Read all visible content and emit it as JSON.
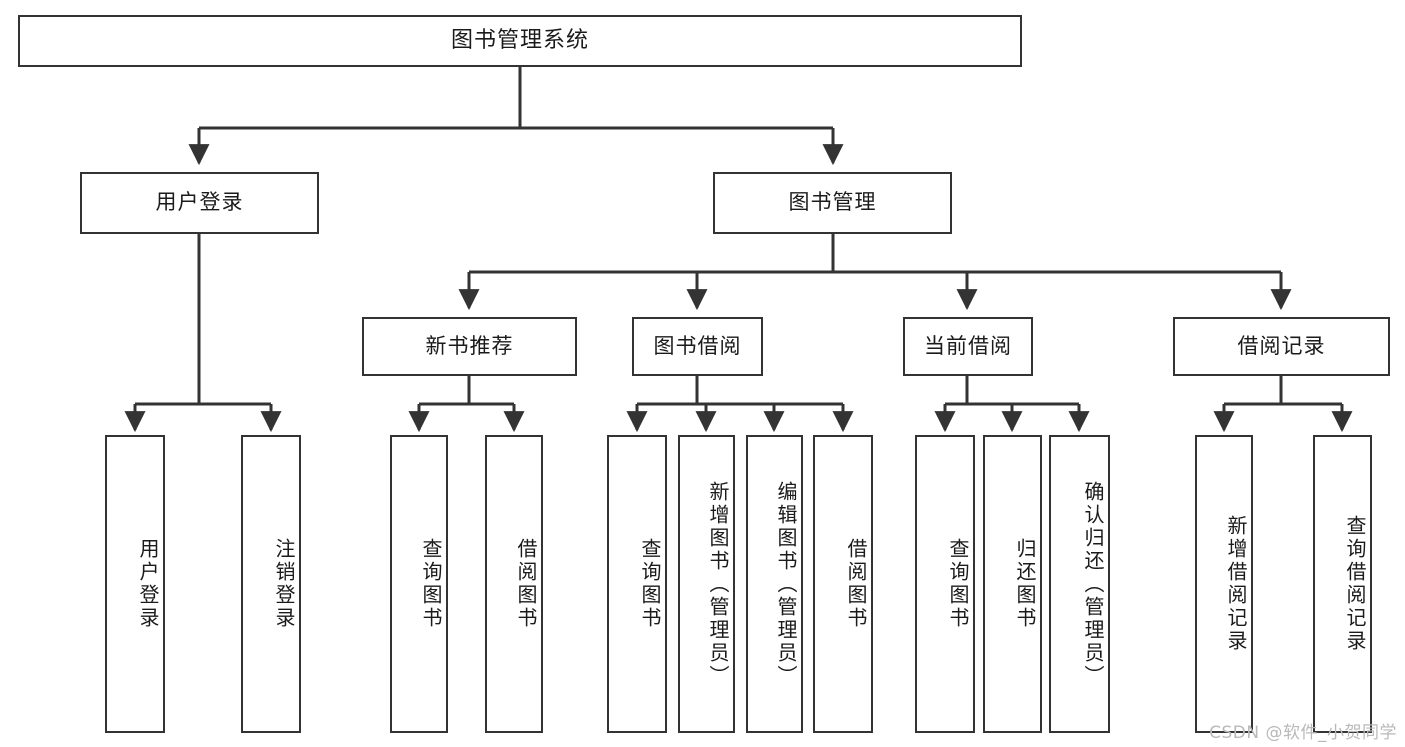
{
  "diagram": {
    "title": "图书管理系统",
    "type": "tree-hierarchy",
    "watermark": "CSDN @软件_小贺同学",
    "colors": {
      "stroke": "#333333",
      "fill": "#ffffff",
      "text": "#1b1b1b",
      "watermark": "#b9b9b9"
    },
    "levels": {
      "root": {
        "label": "图书管理系统"
      },
      "level2": [
        {
          "id": "user-login",
          "label": "用户登录"
        },
        {
          "id": "book-management",
          "label": "图书管理"
        }
      ],
      "level3": [
        {
          "id": "new-book-recommend",
          "label": "新书推荐",
          "parent": "book-management"
        },
        {
          "id": "book-borrow",
          "label": "图书借阅",
          "parent": "book-management"
        },
        {
          "id": "current-borrow",
          "label": "当前借阅",
          "parent": "book-management"
        },
        {
          "id": "borrow-record",
          "label": "借阅记录",
          "parent": "book-management"
        }
      ],
      "leaves": [
        {
          "id": "leaf-user-login",
          "label": "用户登录",
          "parent": "user-login"
        },
        {
          "id": "leaf-user-logout",
          "label": "注销登录",
          "parent": "user-login"
        },
        {
          "id": "leaf-query-book-1",
          "label": "查询图书",
          "parent": "new-book-recommend"
        },
        {
          "id": "leaf-borrow-book-1",
          "label": "借阅图书",
          "parent": "new-book-recommend"
        },
        {
          "id": "leaf-query-book-2",
          "label": "查询图书",
          "parent": "book-borrow"
        },
        {
          "id": "leaf-add-book",
          "label": "新增图书（管理员）",
          "parent": "book-borrow"
        },
        {
          "id": "leaf-edit-book",
          "label": "编辑图书（管理员）",
          "parent": "book-borrow"
        },
        {
          "id": "leaf-borrow-book-2",
          "label": "借阅图书",
          "parent": "book-borrow"
        },
        {
          "id": "leaf-query-book-3",
          "label": "查询图书",
          "parent": "current-borrow"
        },
        {
          "id": "leaf-return-book",
          "label": "归还图书",
          "parent": "current-borrow"
        },
        {
          "id": "leaf-confirm-return",
          "label": "确认归还（管理员）",
          "parent": "current-borrow"
        },
        {
          "id": "leaf-add-record",
          "label": "新增借阅记录",
          "parent": "borrow-record"
        },
        {
          "id": "leaf-query-record",
          "label": "查询借阅记录",
          "parent": "borrow-record"
        }
      ]
    }
  }
}
